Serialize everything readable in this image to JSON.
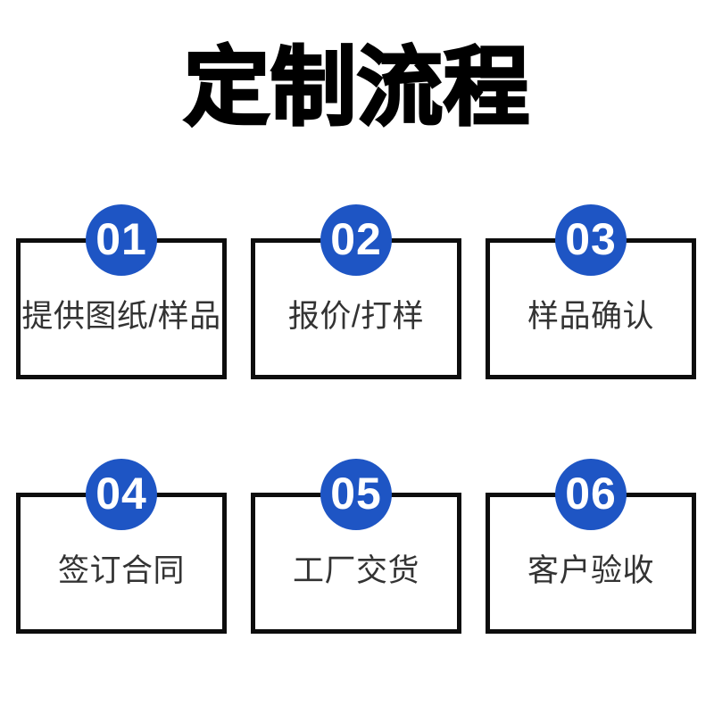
{
  "title": "定制流程",
  "colors": {
    "accent_blue": "#1E55C4",
    "border_black": "#0D0D0D",
    "text_dark": "#333333",
    "background": "#FFFFFF"
  },
  "steps": [
    {
      "number": "01",
      "label": "提供图纸/样品"
    },
    {
      "number": "02",
      "label": "报价/打样"
    },
    {
      "number": "03",
      "label": "样品确认"
    },
    {
      "number": "04",
      "label": "签订合同"
    },
    {
      "number": "05",
      "label": "工厂交货"
    },
    {
      "number": "06",
      "label": "客户验收"
    }
  ]
}
